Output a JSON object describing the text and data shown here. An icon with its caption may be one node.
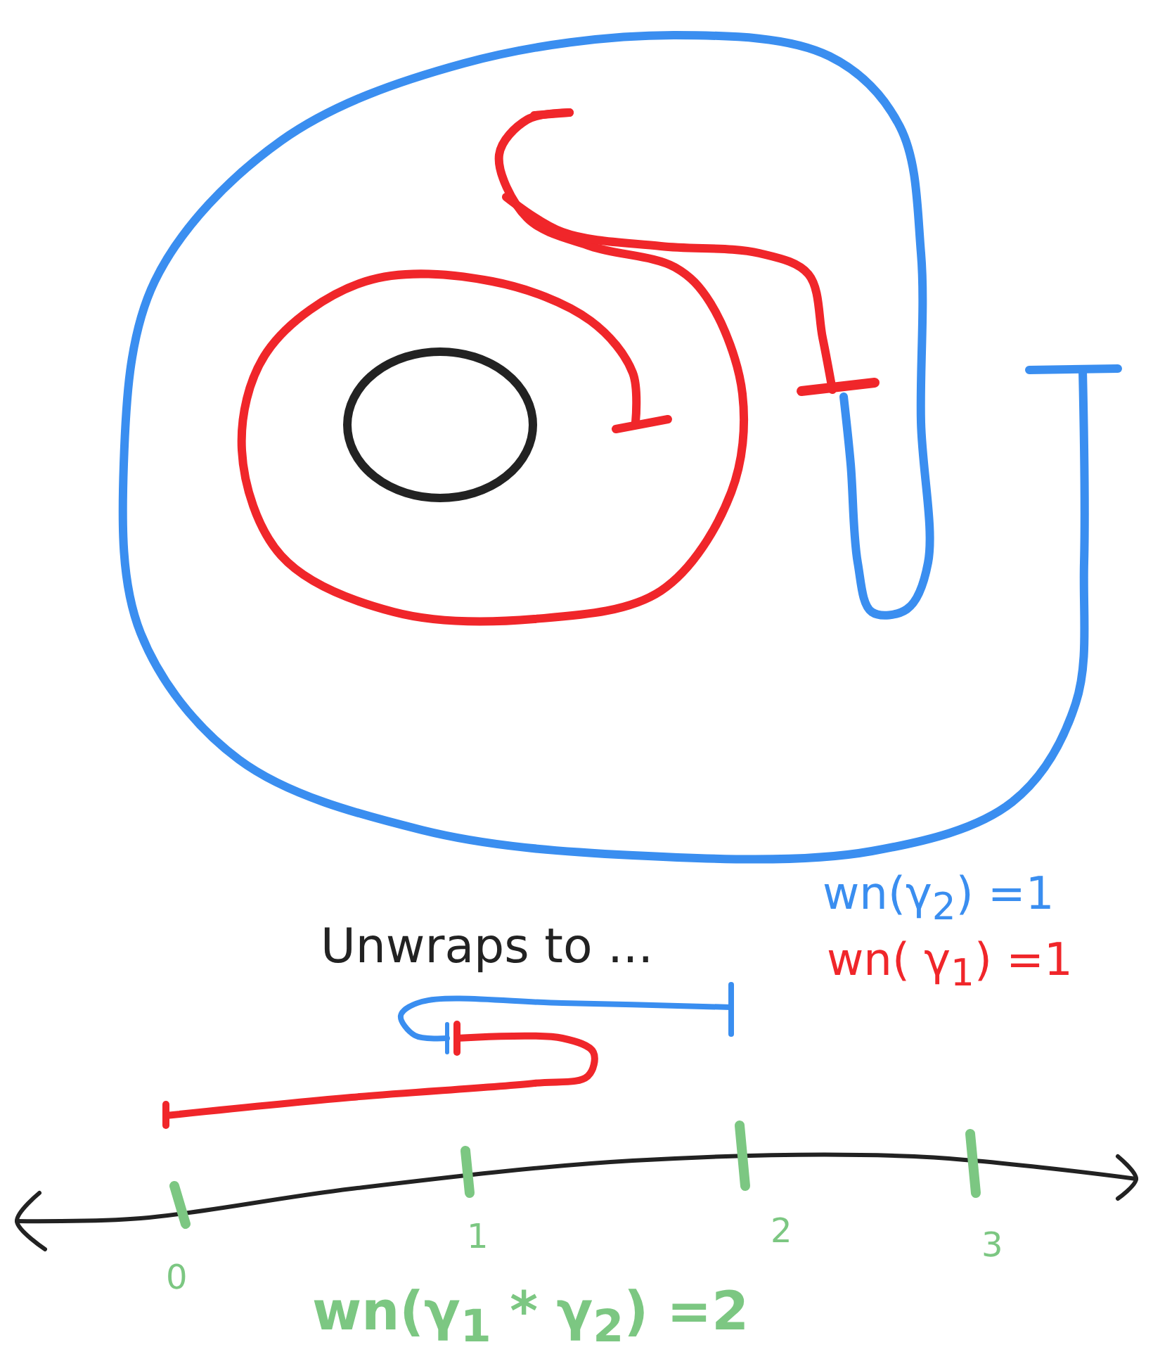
{
  "diagram": {
    "labels": [
      "Unwraps to ...",
      "wn(γ$_{2}$) =1",
      "wn( γ$_{1}$) =1",
      "0",
      "1",
      "2",
      "3",
      "wn(γ$_{1}$ * γ$_{2}$) =2"
    ]
  }
}
